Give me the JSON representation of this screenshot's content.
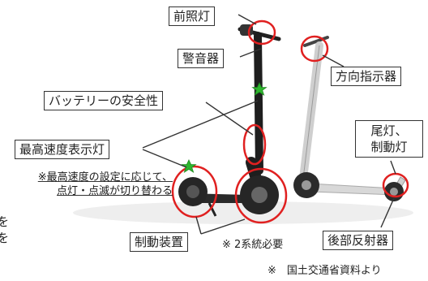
{
  "labels": {
    "headlight": "前照灯",
    "horn": "警音器",
    "battery_safety": "バッテリーの安全性",
    "turn_signal": "方向指示器",
    "speed_indicator": "最高速度表示灯",
    "tail_light_line1": "尾灯、",
    "tail_light_line2": "制動灯",
    "brake": "制動装置",
    "rear_reflector": "後部反射器"
  },
  "notes": {
    "speed_note_line1": "※最高速度の設定に応じて、",
    "speed_note_line2": "点灯・点滅が切り替わる",
    "brake_note": "※ 2系統必要",
    "source": "※　国土交通省資料より"
  },
  "edge_text": {
    "line1": "を",
    "line2": "を"
  },
  "colors": {
    "highlight_circle": "#e02020",
    "marker_star": "#2fb52f",
    "label_border": "#333333"
  }
}
